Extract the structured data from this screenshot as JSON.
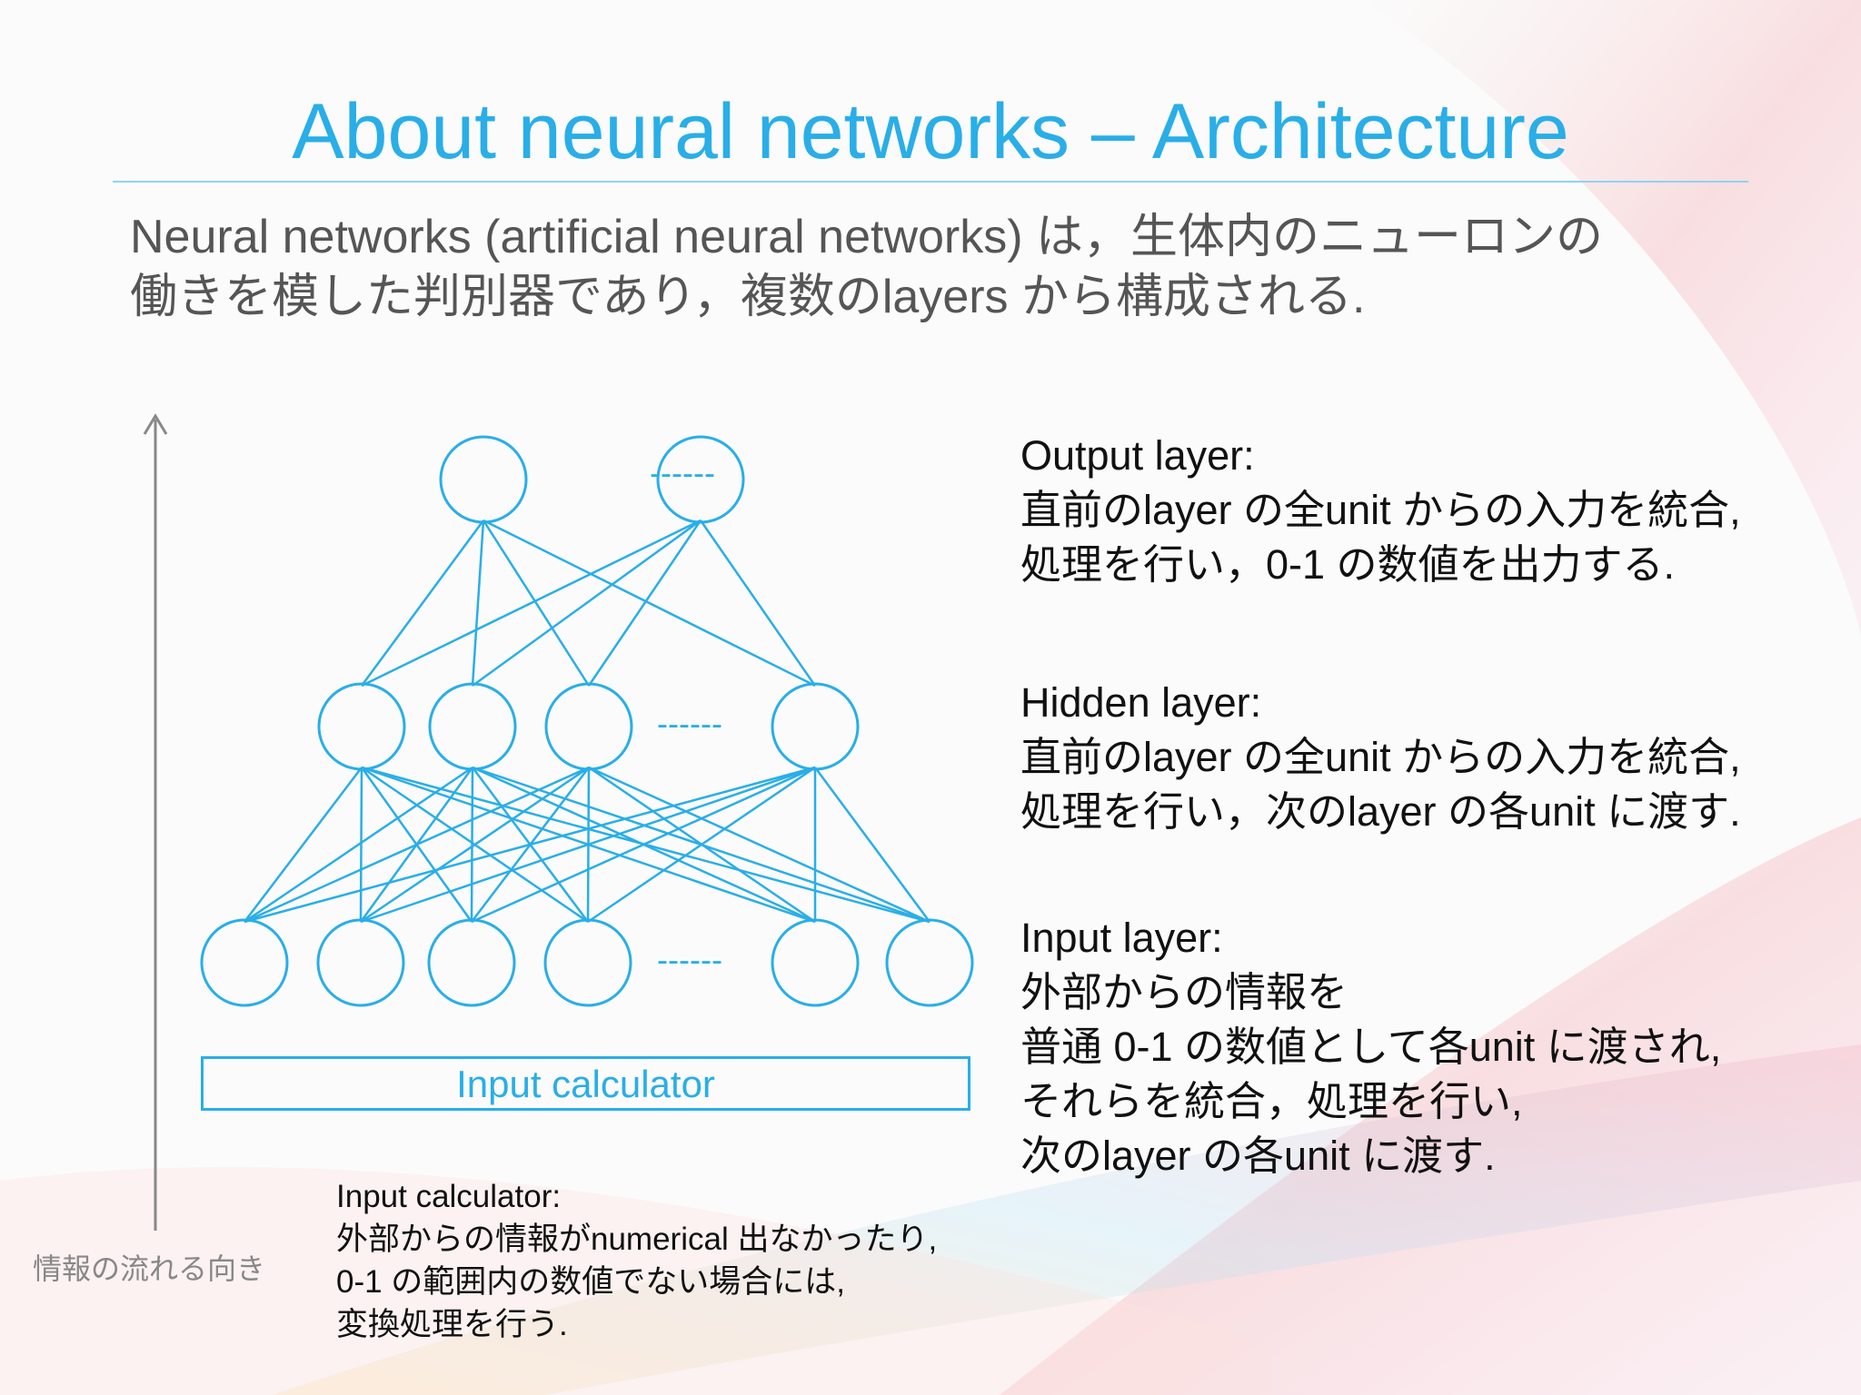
{
  "slide": {
    "title": "About neural networks – Architecture",
    "intro": [
      "Neural networks (artificial neural networks) は，生体内のニューロンの",
      "働きを模した判別器であり，複数のlayers から構成される."
    ]
  },
  "diagram": {
    "flow_label": "情報の流れる向き",
    "ellipsis": "------",
    "input_calculator_box": "Input calculator",
    "accent_color": "#29aee8"
  },
  "notes": {
    "input_calculator": [
      "Input calculator:",
      "外部からの情報がnumerical 出なかったり,",
      "0-1 の範囲内の数値でない場合には,",
      "変換処理を行う."
    ]
  },
  "layers": {
    "output": [
      "Output layer:",
      "直前のlayer の全unit からの入力を統合,",
      "処理を行い，0-1 の数値を出力する."
    ],
    "hidden": [
      "Hidden layer:",
      "直前のlayer の全unit からの入力を統合,",
      "処理を行い，次のlayer の各unit に渡す."
    ],
    "input": [
      "Input layer:",
      "外部からの情報を",
      "普通 0-1 の数値として各unit に渡され,",
      "それらを統合，処理を行い,",
      "次のlayer の各unit に渡す."
    ]
  }
}
